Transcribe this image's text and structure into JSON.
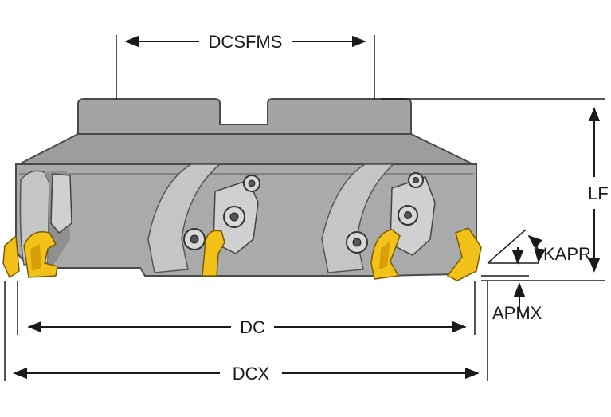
{
  "diagram": {
    "labels": {
      "dcsfms": "DCSFMS",
      "lf": "LF",
      "kapr": "KAPR",
      "apmx": "APMX",
      "dc": "DC",
      "dcx": "DCX"
    },
    "colors": {
      "body": "#a9aaaa",
      "insert": "#f3c21a",
      "line": "#1a1a1a"
    }
  }
}
